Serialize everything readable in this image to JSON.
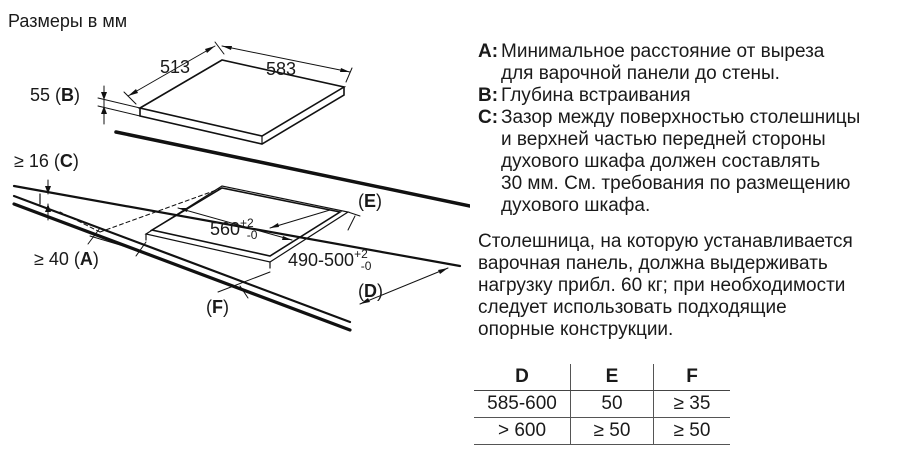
{
  "heading": "Размеры в мм",
  "drawing_labels": {
    "width_top": "513",
    "depth_top": "583",
    "height_b": "55",
    "letter_b": "B",
    "gap_c_prefix": "≥ 16",
    "letter_c": "C",
    "dist_a_prefix": "≥ 40",
    "letter_a": "A",
    "cutout_width": "560",
    "cutout_depth": "490-500",
    "tol_plus": "+2",
    "tol_minus": "-0",
    "letter_e": "E",
    "letter_d": "D",
    "letter_f": "F"
  },
  "notes": [
    {
      "letter": "A",
      "text_lines": [
        "Минимальное расстояние от выреза",
        "для варочной панели до стены."
      ]
    },
    {
      "letter": "B",
      "text_lines": [
        "Глубина встраивания"
      ]
    },
    {
      "letter": "C",
      "text_lines": [
        "Зазор между поверхностью столешницы",
        "и верхней частью передней стороны",
        "духового шкафа должен составлять",
        "30 мм. См. требования по размещению",
        "духового шкафа."
      ]
    }
  ],
  "paragraph_lines": [
    "Столешница, на которую устанавливается",
    "варочная панель, должна выдерживать",
    "нагрузку прибл. 60 кг; при необходимости",
    "следует использовать подходящие",
    "опорные конструкции."
  ],
  "table": {
    "headers": [
      "D",
      "E",
      "F"
    ],
    "rows": [
      [
        "585-600",
        "50",
        "≥ 35"
      ],
      [
        "> 600",
        "≥ 50",
        "≥ 50"
      ]
    ]
  }
}
